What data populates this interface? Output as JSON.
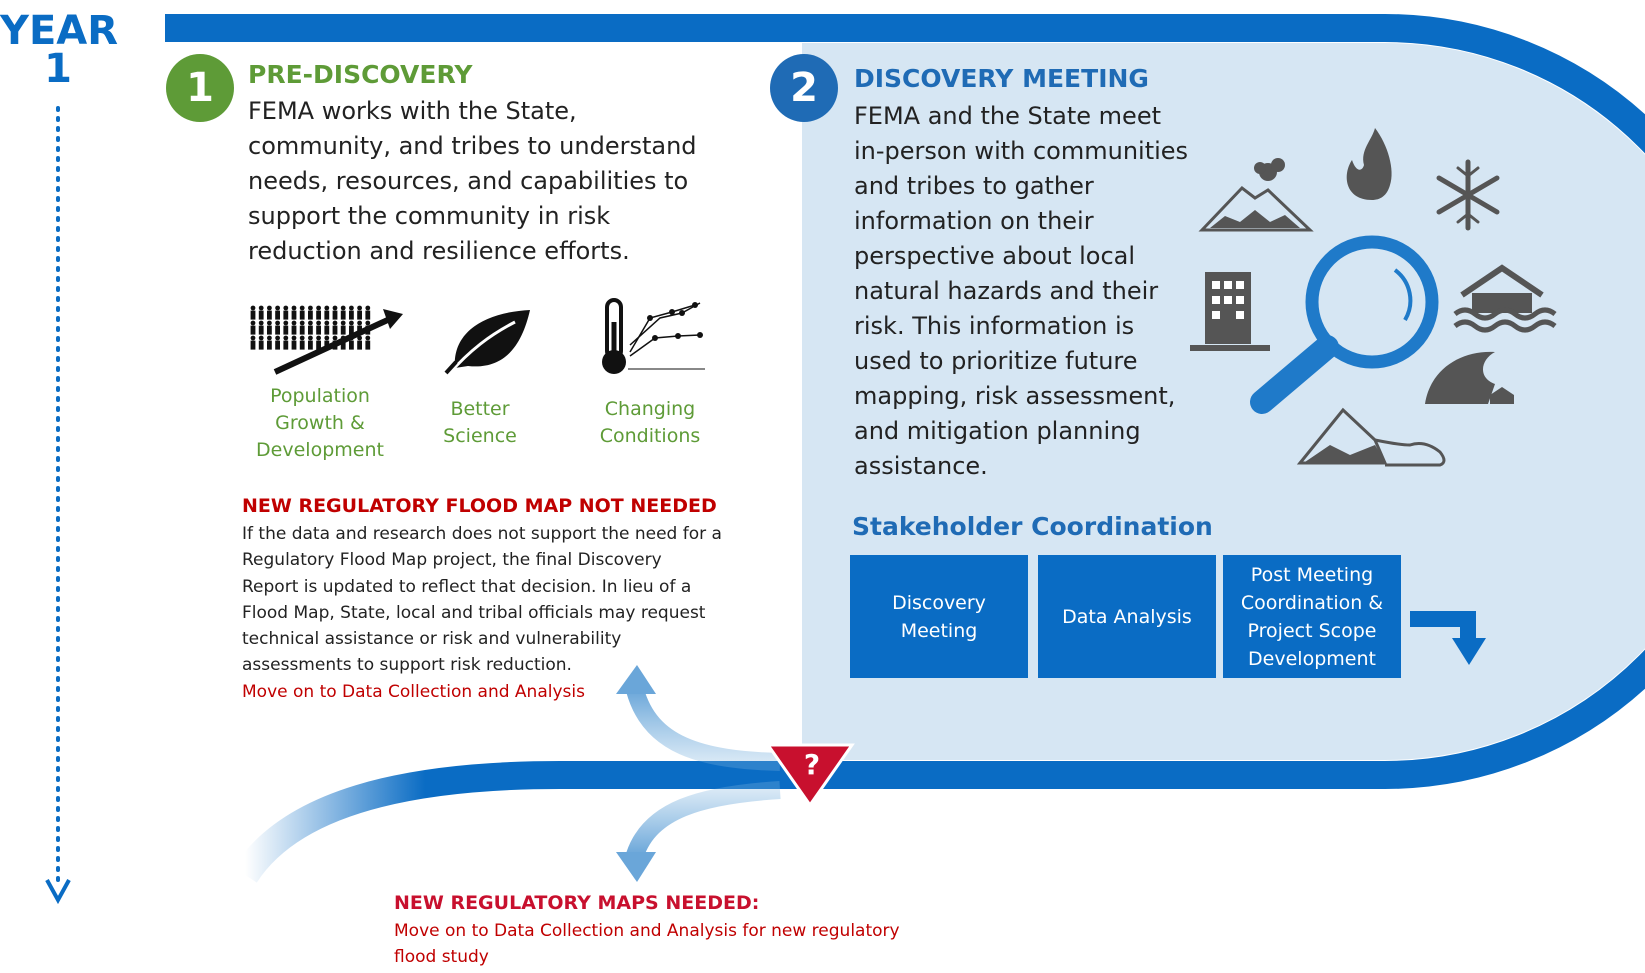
{
  "year": {
    "label": "YEAR",
    "number": "1"
  },
  "step1": {
    "number": "1",
    "title": "PRE-DISCOVERY",
    "body": "FEMA works with the State,\ncommunity, and tribes to understand\nneeds, resources, and capabilities to\nsupport the community in risk\nreduction and resilience efforts."
  },
  "icons": [
    {
      "name": "population-growth-icon",
      "label": "Population\nGrowth &\nDevelopment"
    },
    {
      "name": "leaf-icon",
      "label": "Better\nScience"
    },
    {
      "name": "thermometer-chart-icon",
      "label": "Changing\nConditions"
    }
  ],
  "not_needed": {
    "title": "NEW REGULATORY FLOOD MAP NOT NEEDED",
    "body": "If the data and research does not support the need for a\nRegulatory Flood Map project, the final Discovery\nReport is updated to reflect that decision. In lieu of a\nFlood Map, State, local  and tribal officials may request\ntechnical assistance or risk and vulnerability\nassessments to support risk reduction.",
    "next": "Move on to Data Collection and Analysis"
  },
  "step2": {
    "number": "2",
    "title": "DISCOVERY MEETING",
    "body": "FEMA and the State meet\nin-person with communities\nand tribes to gather\ninformation on their\nperspective about local\nnatural hazards and their\nrisk.  This information is\nused to prioritize future\nmapping, risk assessment,\nand mitigation planning\nassistance."
  },
  "hazard_icons": [
    "volcano-icon",
    "fire-icon",
    "snowflake-icon",
    "earthquake-building-icon",
    "magnifier-icon",
    "flood-house-icon",
    "tsunami-icon",
    "landslide-icon"
  ],
  "stakeholder": {
    "title": "Stakeholder Coordination",
    "boxes": [
      "Discovery\nMeeting",
      "Data Analysis",
      "Post Meeting\nCoordination &\nProject Scope\nDevelopment"
    ]
  },
  "decision": {
    "symbol": "?"
  },
  "needed": {
    "title": "NEW REGULATORY MAPS NEEDED:",
    "body": "Move on to Data Collection and Analysis for new regulatory\nflood study"
  },
  "colors": {
    "blue": "#0a6cc4",
    "green": "#5e9b37",
    "red": "#c00000",
    "light_blue_bg": "#d6e6f3",
    "arrow_light": "#7fb4df"
  }
}
